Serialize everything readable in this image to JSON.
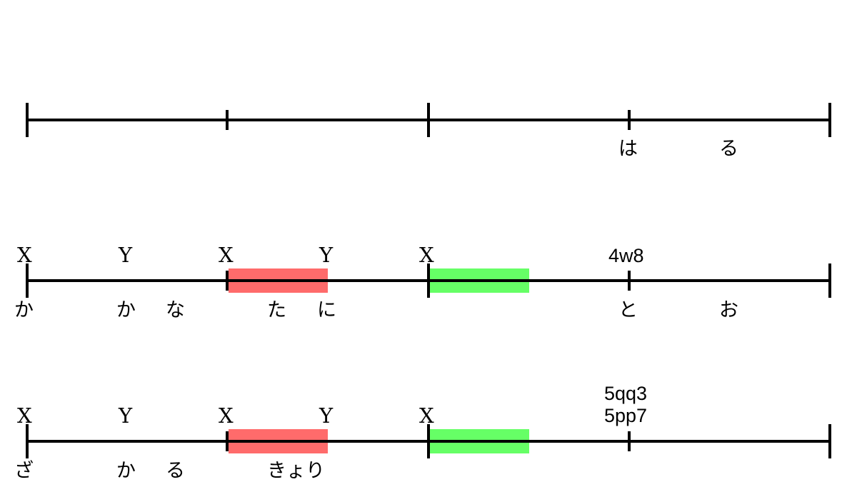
{
  "colors": {
    "line": "#000000",
    "red_band": "#ff6b6b",
    "green_band": "#66ff66"
  },
  "rows": [
    {
      "above_labels": [],
      "below_labels": [
        "は",
        "る"
      ],
      "bands": []
    },
    {
      "above_labels": [
        "X",
        "Y",
        "X",
        "Y",
        "X",
        "4w8"
      ],
      "below_labels": [
        "か",
        "か",
        "な",
        "た",
        "に",
        "と",
        "お"
      ],
      "bands": [
        "red",
        "green"
      ]
    },
    {
      "above_labels": [
        "X",
        "Y",
        "X",
        "Y",
        "X",
        "5qq3",
        "5pp7"
      ],
      "below_labels": [
        "ざ",
        "か",
        "る",
        "きょり"
      ],
      "bands": [
        "red",
        "green"
      ]
    }
  ]
}
